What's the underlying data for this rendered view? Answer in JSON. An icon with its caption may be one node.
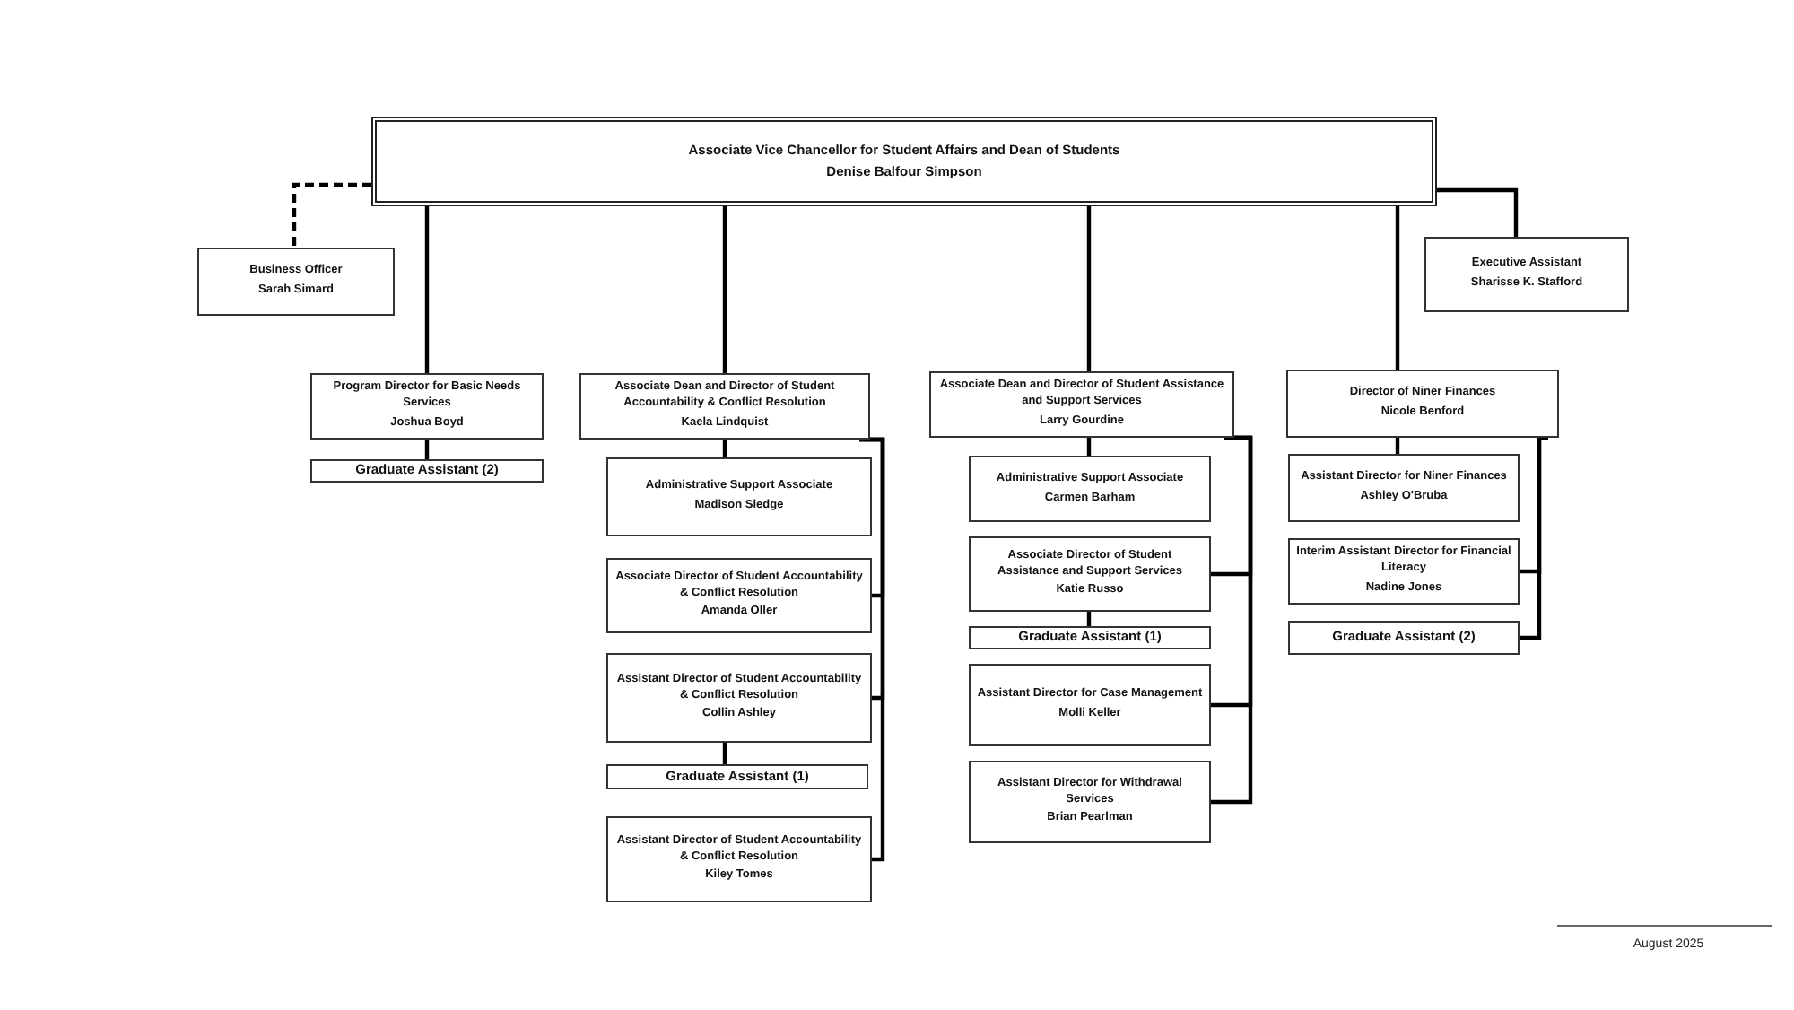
{
  "diagram": {
    "nodes": [
      {
        "text": [
          "Associate Vice Chancellor for Student Affairs and Dean of Students",
          "Denise Balfour Simpson"
        ]
      },
      {
        "text": [
          "Business Officer",
          "Sarah Simard"
        ]
      },
      {
        "text": [
          "Executive Assistant",
          "Sharisse K. Stafford"
        ]
      },
      {
        "text": [
          "Program Director for Basic Needs Services",
          "Joshua Boyd"
        ]
      },
      {
        "text": [
          "Graduate Assistant (2)"
        ]
      },
      {
        "text": [
          "Associate Dean and Director of Student Accountability & Conflict Resolution",
          "Kaela Lindquist"
        ]
      },
      {
        "text": [
          "Administrative Support Associate",
          "Madison Sledge"
        ]
      },
      {
        "text": [
          "Associate Director of Student Accountability & Conflict Resolution",
          "Amanda Oller"
        ]
      },
      {
        "text": [
          "Assistant Director of Student Accountability & Conflict Resolution",
          "Collin Ashley"
        ]
      },
      {
        "text": [
          "Graduate Assistant (1)"
        ]
      },
      {
        "text": [
          "Assistant Director of Student Accountability & Conflict Resolution",
          "Kiley Tomes"
        ]
      },
      {
        "text": [
          "Associate Dean and Director of Student Assistance and Support Services",
          "Larry Gourdine"
        ]
      },
      {
        "text": [
          "Administrative Support Associate",
          "Carmen Barham"
        ]
      },
      {
        "text": [
          "Associate Director of Student Assistance and Support Services",
          "Katie Russo"
        ]
      },
      {
        "text": [
          "Graduate Assistant (1)"
        ]
      },
      {
        "text": [
          "Assistant Director for Case Management",
          "Molli Keller"
        ]
      },
      {
        "text": [
          "Assistant Director for Withdrawal Services",
          "Brian Pearlman"
        ]
      },
      {
        "text": [
          "Director of Niner Finances",
          "Nicole Benford"
        ]
      },
      {
        "text": [
          "Assistant Director for Niner Finances",
          "Ashley O'Bruba"
        ]
      },
      {
        "text": [
          "Interim Assistant Director for Financial Literacy",
          "Nadine Jones"
        ]
      },
      {
        "text": [
          "Graduate Assistant (2)"
        ]
      }
    ],
    "edges": [
      {
        "from": 0,
        "to": 1,
        "arrow": "none",
        "style": "dashed"
      },
      {
        "from": 0,
        "to": 2,
        "arrow": "none"
      },
      {
        "from": 0,
        "to": 3,
        "arrow": "none"
      },
      {
        "from": 0,
        "to": 5,
        "arrow": "none"
      },
      {
        "from": 0,
        "to": 11,
        "arrow": "none"
      },
      {
        "from": 0,
        "to": 17,
        "arrow": "none"
      },
      {
        "from": 3,
        "to": 4,
        "arrow": "none"
      },
      {
        "from": 5,
        "to": 6,
        "arrow": "none"
      },
      {
        "from": 5,
        "to": 7,
        "arrow": "none"
      },
      {
        "from": 5,
        "to": 8,
        "arrow": "none"
      },
      {
        "from": 5,
        "to": 10,
        "arrow": "none"
      },
      {
        "from": 8,
        "to": 9,
        "arrow": "none"
      },
      {
        "from": 11,
        "to": 12,
        "arrow": "none"
      },
      {
        "from": 11,
        "to": 13,
        "arrow": "none"
      },
      {
        "from": 11,
        "to": 15,
        "arrow": "none"
      },
      {
        "from": 11,
        "to": 16,
        "arrow": "none"
      },
      {
        "from": 13,
        "to": 14,
        "arrow": "none"
      },
      {
        "from": 17,
        "to": 18,
        "arrow": "none"
      },
      {
        "from": 17,
        "to": 19,
        "arrow": "none"
      },
      {
        "from": 17,
        "to": 20,
        "arrow": "none"
      }
    ],
    "labels": [
      "August 2025"
    ]
  }
}
